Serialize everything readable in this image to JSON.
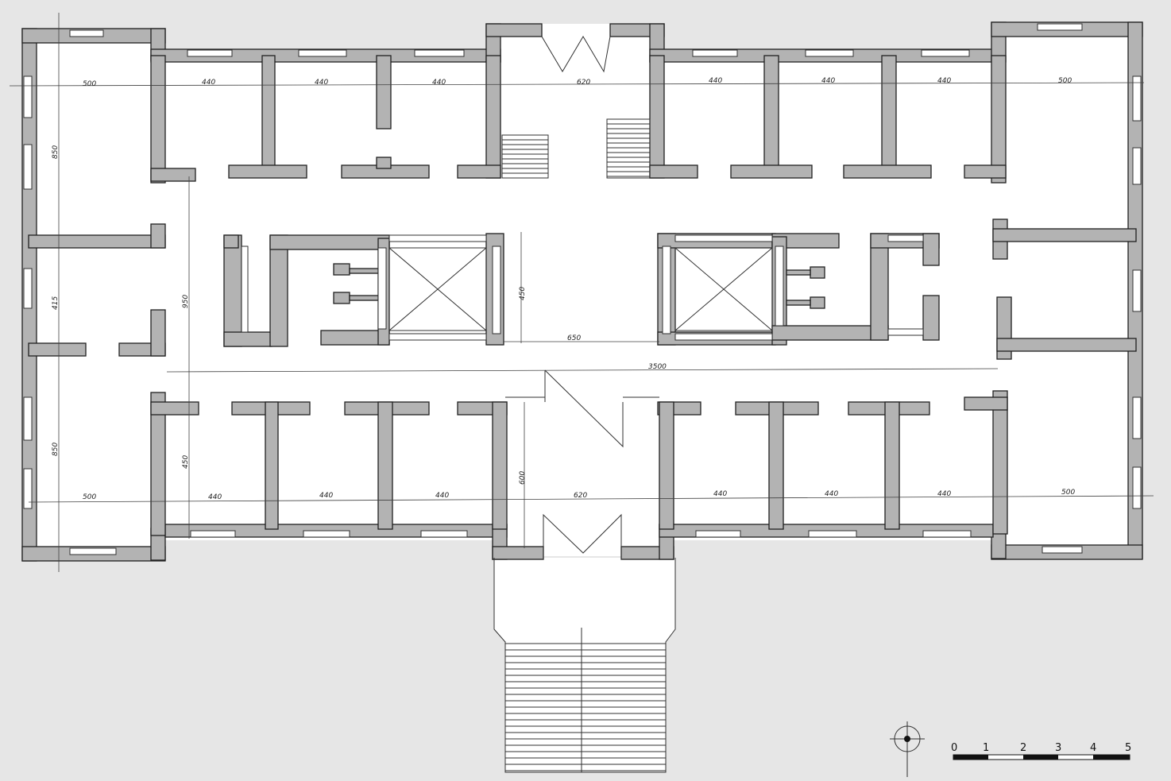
{
  "drawing": {
    "background_color": "#e6e6e6",
    "floor_color": "#ffffff",
    "wall_color": "#b3b3b3",
    "line_color": "#202020"
  },
  "dimensions": {
    "top_left_room": "500",
    "top_room_1": "440",
    "top_room_2": "440",
    "top_room_3": "440",
    "top_entrance": "620",
    "top_room_4": "440",
    "top_room_5": "440",
    "top_room_6": "440",
    "top_right_room": "500",
    "left_height_top": "850",
    "left_height_mid": "415",
    "left_height_bottom": "850",
    "corridor_width": "950",
    "corridor_lower": "450",
    "courtyard_height": "450",
    "courtyard_gap": "650",
    "total_length": "3500",
    "bottom_left_room": "500",
    "bottom_room_1": "440",
    "bottom_room_2": "440",
    "bottom_room_3": "440",
    "bottom_entrance_depth": "600",
    "bottom_entrance": "620",
    "bottom_room_4": "440",
    "bottom_room_5": "440",
    "bottom_room_6": "440",
    "bottom_right_room": "500"
  },
  "scale_bar": {
    "labels": [
      "0",
      "1",
      "2",
      "3",
      "4",
      "5"
    ]
  },
  "icons": {
    "north": "north-arrow-icon"
  }
}
